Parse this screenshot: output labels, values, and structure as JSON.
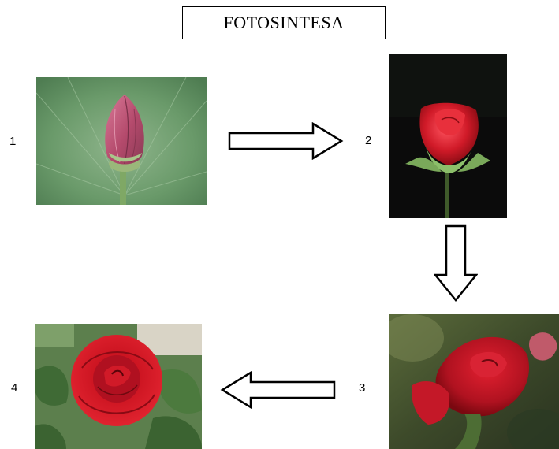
{
  "title": "FOTOSINTESA",
  "steps": [
    {
      "label": "1",
      "icon": "lotus-bud-image"
    },
    {
      "label": "2",
      "icon": "rose-bud-opening-image"
    },
    {
      "label": "3",
      "icon": "half-open-rose-image"
    },
    {
      "label": "4",
      "icon": "full-bloom-rose-image"
    }
  ],
  "arrows": [
    {
      "from": "1",
      "to": "2",
      "icon": "arrow-right-icon"
    },
    {
      "from": "2",
      "to": "3",
      "icon": "arrow-down-icon"
    },
    {
      "from": "3",
      "to": "4",
      "icon": "arrow-left-icon"
    }
  ],
  "colors": {
    "leaf_green": "#6a9a6a",
    "rose_red": "#c4121e",
    "bud_pink": "#c0587a",
    "dark_background": "#0b0b0b"
  }
}
